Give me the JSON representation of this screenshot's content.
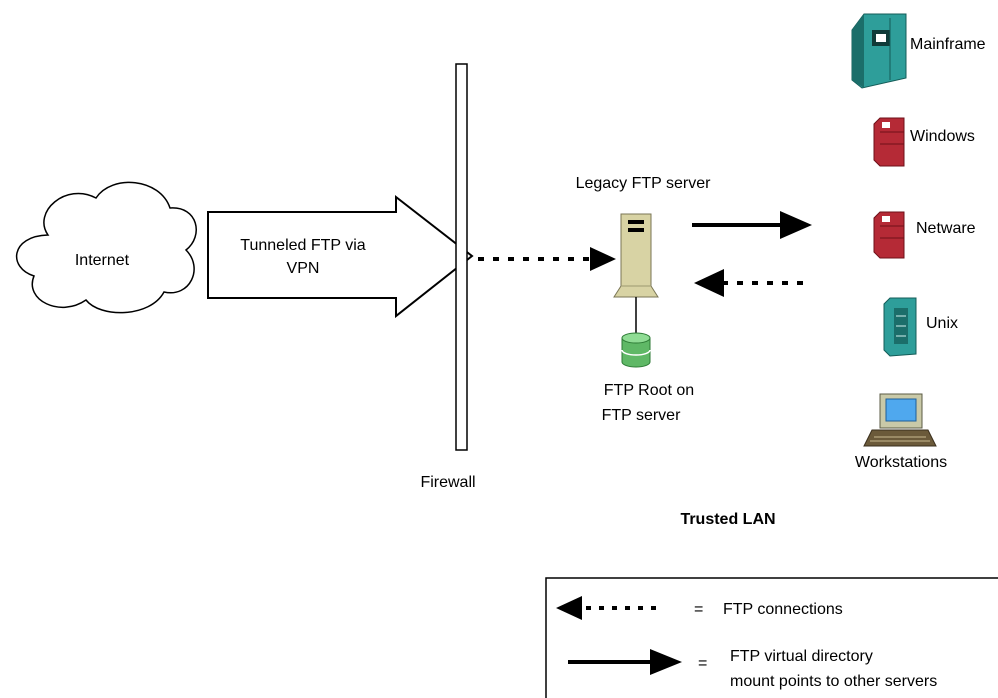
{
  "nodes": {
    "internet": "Internet",
    "vpn_line1": "Tunneled FTP via",
    "vpn_line2": "VPN",
    "firewall": "Firewall",
    "legacy_server": "Legacy FTP server",
    "ftp_root_line1": "FTP Root on",
    "ftp_root_line2": "FTP  server",
    "trusted_lan": "Trusted LAN"
  },
  "servers": [
    "Mainframe",
    "Windows",
    "Netware",
    "Unix",
    "Workstations"
  ],
  "legend": {
    "eq1": "=",
    "ftp_connections": "FTP connections",
    "eq2": "=",
    "virtual_line1": "FTP virtual directory",
    "virtual_line2": "mount points to other servers"
  },
  "colors": {
    "mainframe": "#2e9e9a",
    "windows": "#b52a36",
    "server_beige": "#d8d3a4",
    "db_green": "#5fb866",
    "monitor_blue": "#4fa8ee"
  }
}
